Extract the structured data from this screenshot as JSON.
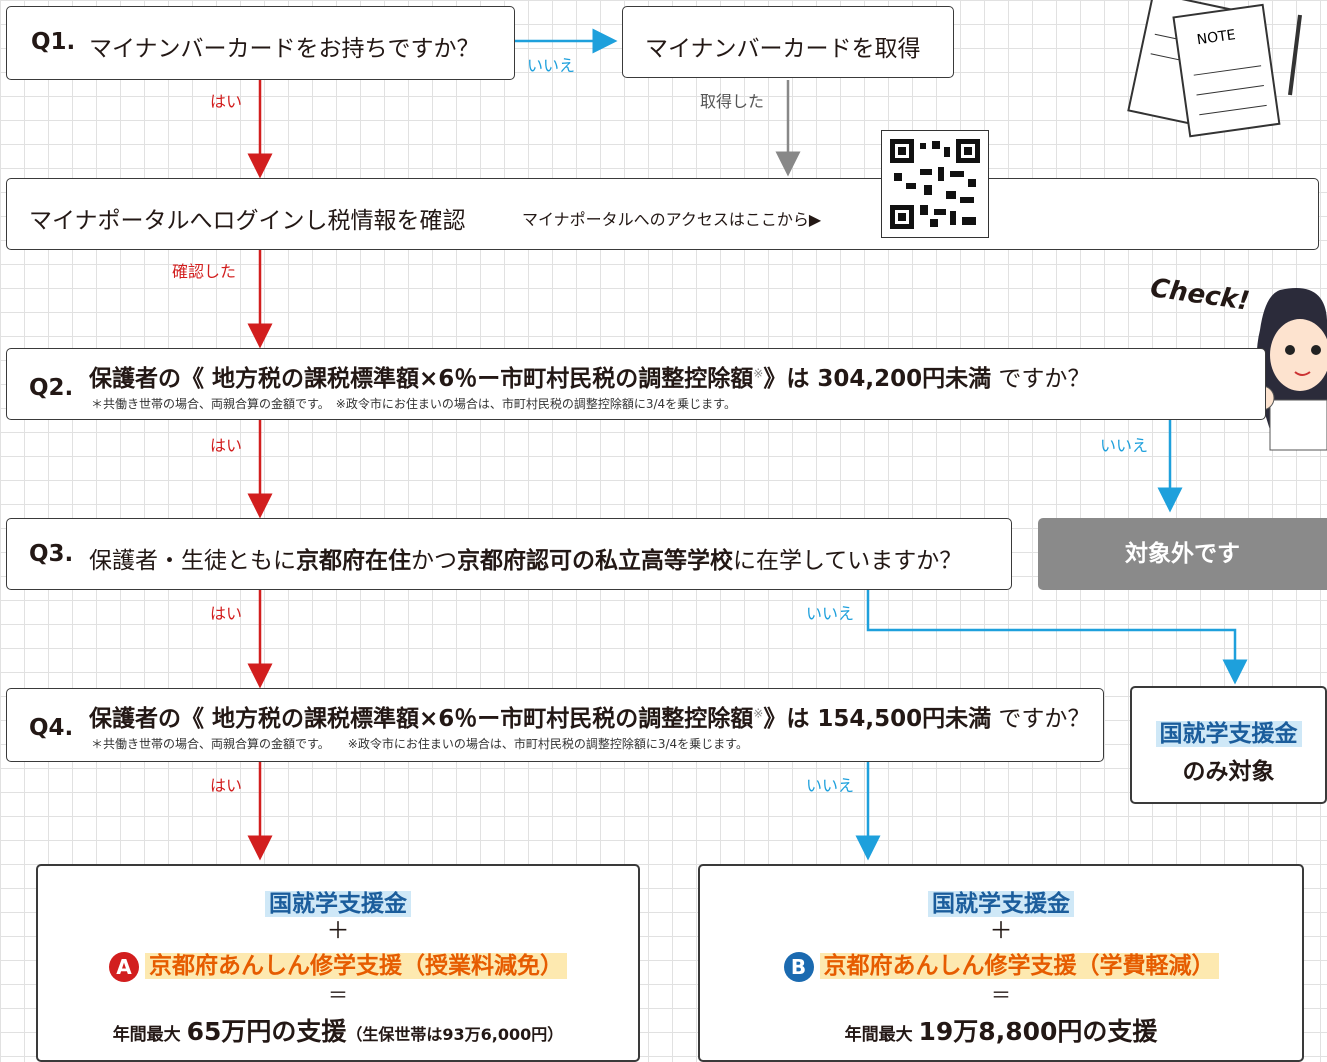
{
  "q1": {
    "label": "Q1.",
    "text": "マイナンバーカードをお持ちですか？",
    "no_label": "いいえ",
    "yes_label": "はい"
  },
  "get_card": {
    "text": "マイナンバーカードを取得",
    "done_label": "取得した"
  },
  "portal": {
    "text": "マイナポータルへログインし税情報を確認",
    "link": "マイナポータルへのアクセスはここから▶",
    "confirmed_label": "確認した"
  },
  "q2": {
    "label": "Q2.",
    "text_a": "保護者の《 地方税の課税標準額×6％ー市町村民税の調整控除額",
    "sup": "※",
    "text_b": "》は 304,200円未満",
    "text_c": " ですか？",
    "note": "＊共働き世帯の場合、両親合算の金額です。　※政令市にお住まいの場合は、市町村民税の調整控除額に3/4を乗じます。",
    "yes_label": "はい",
    "no_label": "いいえ"
  },
  "out": {
    "text": "対象外です"
  },
  "q3": {
    "label": "Q3.",
    "text_a": "保護者・生徒ともに",
    "text_b": "京都府在住",
    "text_c": "かつ",
    "text_d": "京都府認可の私立高等学校",
    "text_e": "に在学していますか？",
    "yes_label": "はい",
    "no_label": "いいえ"
  },
  "q4": {
    "label": "Q4.",
    "text_a": "保護者の《 地方税の課税標準額×6％ー市町村民税の調整控除額",
    "sup": "※",
    "text_b": "》は 154,500円未満",
    "text_c": " ですか？",
    "note": "＊共働き世帯の場合、両親合算の金額です。　　※政令市にお住まいの場合は、市町村民税の調整控除額に3/4を乗じます。",
    "yes_label": "はい",
    "no_label": "いいえ"
  },
  "only": {
    "title": "国就学支援金",
    "sub": "のみ対象"
  },
  "result_a": {
    "line1": "国就学支援金",
    "plus": "＋",
    "badge": "A",
    "line2": "京都府あんしん修学支援（授業料減免）",
    "eq": "＝",
    "pre": "年間最大 ",
    "amount": "65万円の支援",
    "post": "（生保世帯は93万6,000円）"
  },
  "result_b": {
    "line1": "国就学支援金",
    "plus": "＋",
    "badge": "B",
    "line2": "京都府あんしん修学支援（学費軽減）",
    "eq": "＝",
    "pre": "年間最大 ",
    "amount": "19万8,800円の支援"
  },
  "deco": {
    "check": "Check!",
    "note_text": "NOTE"
  },
  "colors": {
    "red": "#d21e1e",
    "blue": "#1ea0dc",
    "gray": "#888888",
    "badge_a": "#d21e1e",
    "badge_b": "#1b6ab0"
  }
}
